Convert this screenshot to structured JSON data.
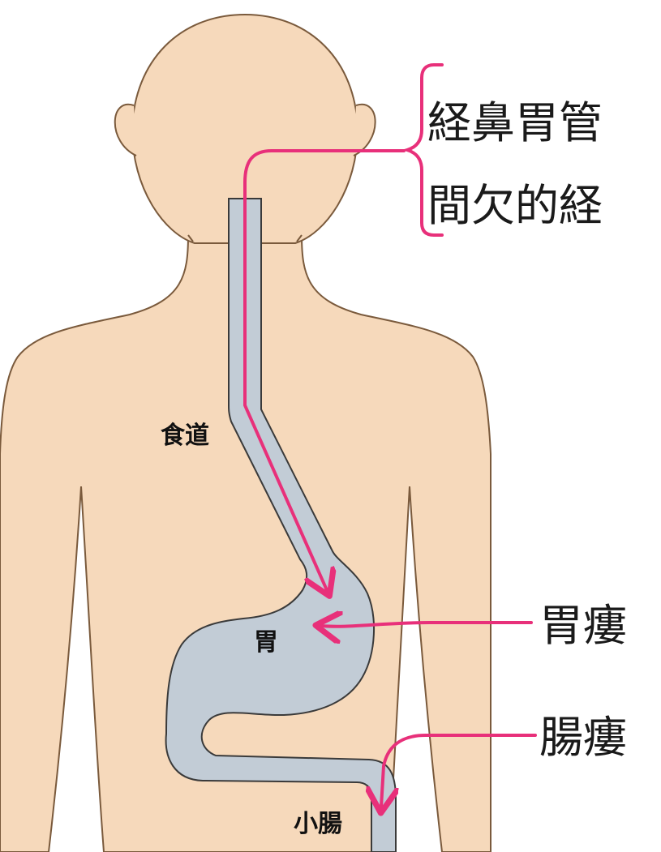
{
  "diagram": {
    "colors": {
      "skin": "#f6d9bb",
      "outline": "#7a5a3c",
      "tract_fill": "#c2ccd6",
      "tract_outline": "#3a3a3a",
      "arrow": "#e8307a",
      "label_text": "#1a1a1a"
    },
    "organs": {
      "esophagus": "食道",
      "stomach": "胃",
      "small_intestine": "小腸"
    },
    "routes": {
      "nasogastric_line1": "経鼻胃管",
      "nasogastric_line2": "間欠的経",
      "gastrostomy": "胃瘻",
      "enterostomy": "腸瘻"
    }
  }
}
